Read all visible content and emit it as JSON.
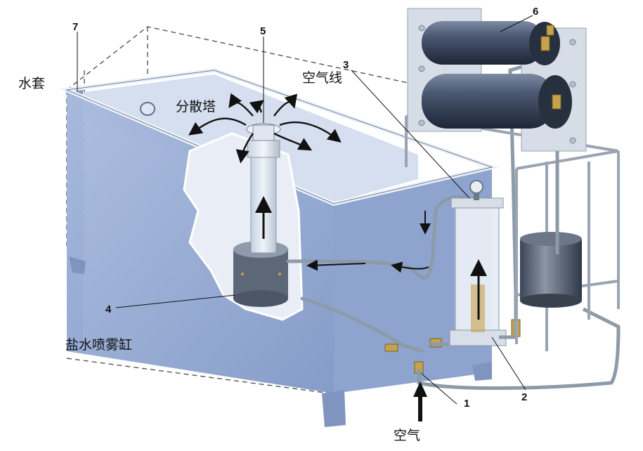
{
  "labels": {
    "water_jacket": "水套",
    "dispersion_tower": "分散塔",
    "air_line": "空气线",
    "salt_spray_tank": "盐水喷雾缸",
    "air": "空气"
  },
  "callouts": [
    "1",
    "2",
    "3",
    "4",
    "5",
    "6",
    "7"
  ],
  "colors": {
    "tank_water": "#b8c8e4",
    "tank_front": "#8fa6cf",
    "pipe": "#8d9aa8",
    "brass": "#c7a24a",
    "cylinder": "#3c4a62"
  }
}
